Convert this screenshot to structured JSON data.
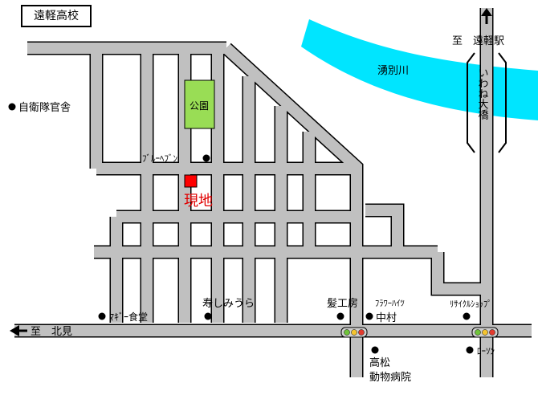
{
  "title": "遠軽高校",
  "colors": {
    "road": "#c0c0c0",
    "road_edge": "#000000",
    "river": "#00e5ff",
    "park": "#99dd55",
    "site": "#ff0000",
    "site_text": "#e00000",
    "signal_body": "#d0d0d0",
    "signal_lights": [
      "#6fc33a",
      "#f4c430",
      "#e23b2e"
    ]
  },
  "labels": {
    "to_station": "至　遠軽駅",
    "river": "湧別川",
    "bridge": "いわね大橋",
    "jieitai": "自衛隊官舎",
    "park": "公園",
    "blue_heaven": "ﾌﾞﾙｰﾍﾌﾞﾝ",
    "site": "現地",
    "to_kitami": "至　北見",
    "maggie": "ﾏｷﾞｰ食堂",
    "kotobuki": "寿しみうら",
    "hair_salon": "髪工房",
    "flower": "ﾌﾗﾜｰﾊｲﾂ",
    "nakamura": "中村",
    "recycle": "ﾘｻｲｸﾙｼｮｯﾌﾟ",
    "lawson": "ﾛｰｿﾝ",
    "takamatsu_1": "高松",
    "takamatsu_2": "動物病院"
  },
  "icons": [
    "arrow-up-icon",
    "arrow-left-icon",
    "traffic-signal-icon",
    "location-dot-icon"
  ]
}
